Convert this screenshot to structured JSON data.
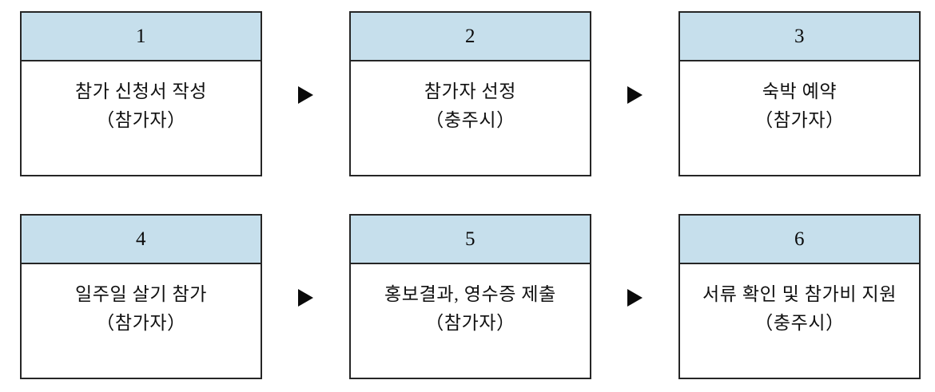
{
  "diagram": {
    "type": "process-flow",
    "title": "",
    "step_count": 6,
    "colors": {
      "header_fill": "#c6dfec",
      "border": "#262626",
      "body_fill": "#ffffff",
      "text": "#101010",
      "arrow": "#0a0a0a"
    },
    "connector_icon": "right-triangle-arrow-icon",
    "rows": [
      {
        "steps": [
          {
            "number": "1",
            "title": "참가 신청서 작성",
            "actor": "（참가자）"
          },
          {
            "number": "2",
            "title": "참가자 선정",
            "actor": "（충주시）"
          },
          {
            "number": "3",
            "title": "숙박 예약",
            "actor": "（참가자）"
          }
        ]
      },
      {
        "steps": [
          {
            "number": "4",
            "title": "일주일 살기 참가",
            "actor": "（참가자）"
          },
          {
            "number": "5",
            "title": "홍보결과, 영수증 제출",
            "actor": "（참가자）"
          },
          {
            "number": "6",
            "title": "서류 확인 및 참가비 지원",
            "actor": "（충주시）"
          }
        ]
      }
    ]
  }
}
